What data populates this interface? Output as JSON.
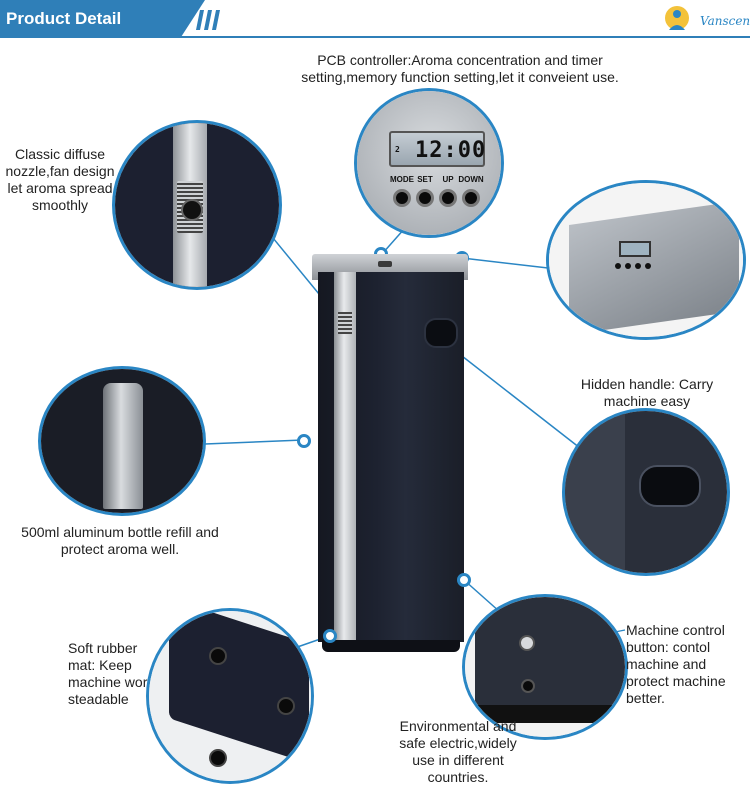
{
  "header": {
    "title": "Product Detail Description",
    "brand": "Vanscent"
  },
  "labels": {
    "pcb": "PCB controller:Aroma concentration and timer setting,memory function setting,let it conveient use.",
    "nozzle": "Classic diffuse nozzle,fan design let aroma spread smoothly",
    "handle": "Hidden handle: Carry machine easy",
    "bottle": "500ml aluminum bottle refill and protect aroma well.",
    "mat": "Soft rubber mat: Keep machine work steadable",
    "electric": "Environmental and safe electric,widely use in different countries.",
    "control": "Machine control button: contol machine and protect machine better."
  },
  "controller": {
    "time": "12:00",
    "buttons": [
      "MODE",
      "SET",
      "UP",
      "DOWN"
    ]
  },
  "colors": {
    "accent": "#2a86c4",
    "header_bg": "#2f7fb8"
  }
}
